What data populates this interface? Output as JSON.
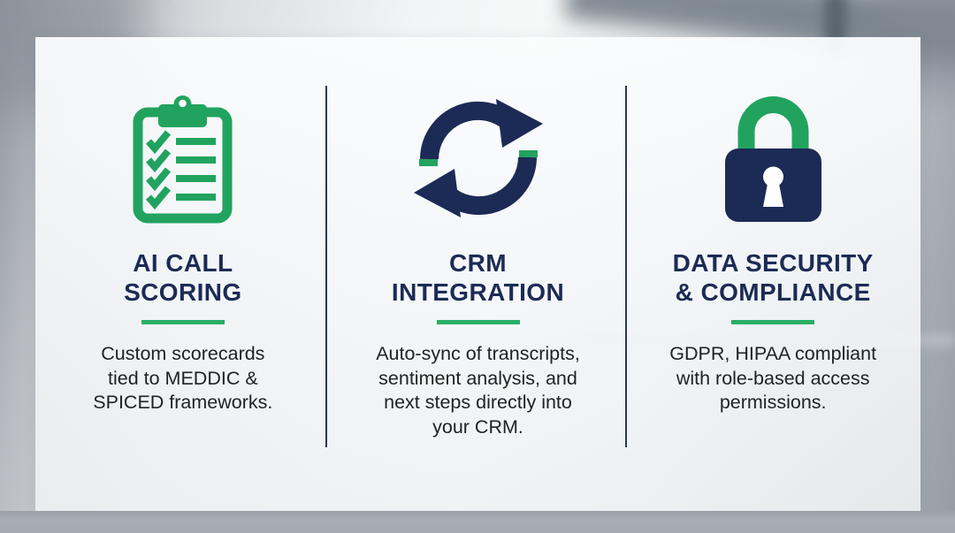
{
  "colors": {
    "navy": "#1C2B55",
    "green": "#21A35F",
    "rule_green": "#2BAE66",
    "text": "#222222"
  },
  "columns": [
    {
      "icon": "checklist-clipboard-icon",
      "title": "AI CALL\nSCORING",
      "description": "Custom scorecards\ntied to MEDDIC &\nSPICED frameworks."
    },
    {
      "icon": "sync-arrows-icon",
      "title": "CRM\nINTEGRATION",
      "description": "Auto-sync of transcripts,\nsentiment analysis, and\nnext steps directly into\nyour CRM."
    },
    {
      "icon": "padlock-icon",
      "title": "DATA SECURITY\n& COMPLIANCE",
      "description": "GDPR, HIPAA compliant\nwith role-based access\npermissions."
    }
  ]
}
